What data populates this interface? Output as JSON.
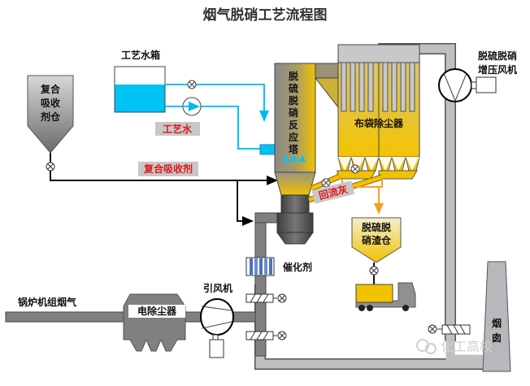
{
  "title": "烟气脱硝工艺流程图",
  "labels": {
    "water_tank": "工艺水箱",
    "process_water": "工艺水",
    "absorbent_silo": [
      "复合",
      "吸收",
      "剂仓"
    ],
    "absorbent": "复合吸收剂",
    "reactor": [
      "脱",
      "硫",
      "脱",
      "硝",
      "反",
      "应",
      "塔"
    ],
    "bag_filter": "布袋除尘器",
    "booster_fan": [
      "脱硫脱硝",
      "增压风机"
    ],
    "return_ash": "回流灰",
    "slag_silo": [
      "脱硫脱",
      "硝渣仓"
    ],
    "catalyst": "催化剂",
    "boiler_flue_gas": "锅炉机组烟气",
    "esp": "电除尘器",
    "id_fan": "引风机",
    "chimney": [
      "烟",
      "囱"
    ],
    "watermark": "化工高校"
  },
  "colors": {
    "water": "#00c3f5",
    "yellow": "#f2c200",
    "orange": "#f5a020",
    "duct_dark": "#808080",
    "duct_light": "#c0c0c2",
    "label_red": "#e0151b"
  }
}
